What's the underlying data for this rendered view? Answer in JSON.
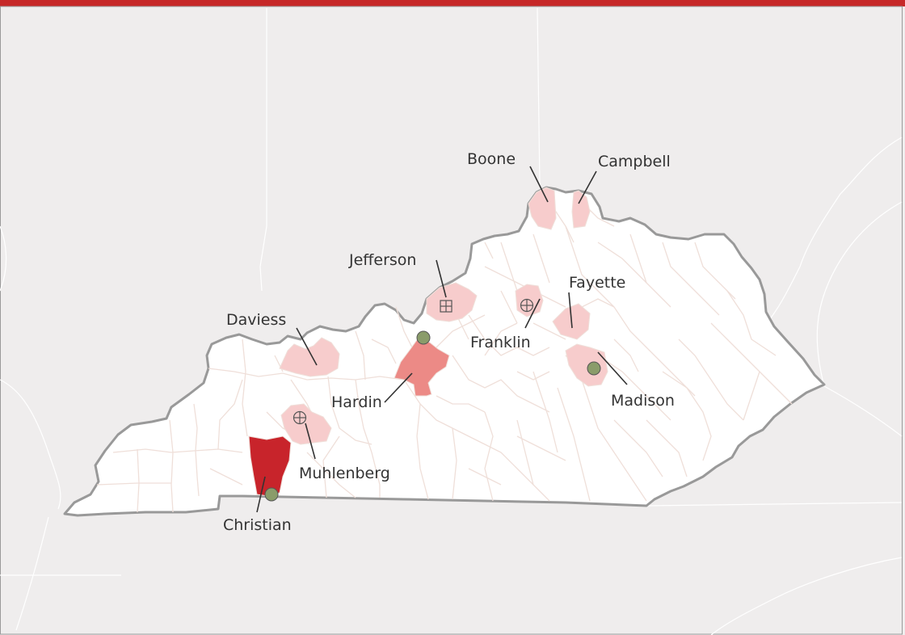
{
  "colors": {
    "accent_bar": "#c62828",
    "background": "#efeded",
    "state_fill": "#ffffff",
    "state_border": "#999999",
    "county_border": "#efdfd9",
    "state_lines": "#ffffff",
    "highlight_light": "#f7cccc",
    "highlight_medium": "#ec8a86",
    "highlight_dark": "#c8242b",
    "marker_circle": "#8a9c6a",
    "label_text": "#333333"
  },
  "counties": [
    {
      "name": "Boone",
      "shade": "light",
      "marker": null
    },
    {
      "name": "Campbell",
      "shade": "light",
      "marker": null
    },
    {
      "name": "Jefferson",
      "shade": "light",
      "marker": "grid-square"
    },
    {
      "name": "Fayette",
      "shade": "light",
      "marker": null
    },
    {
      "name": "Franklin",
      "shade": "light",
      "marker": "cross-circle"
    },
    {
      "name": "Daviess",
      "shade": "light",
      "marker": null
    },
    {
      "name": "Hardin",
      "shade": "medium",
      "marker": "filled-circle"
    },
    {
      "name": "Madison",
      "shade": "light",
      "marker": "filled-circle"
    },
    {
      "name": "Muhlenberg",
      "shade": "light",
      "marker": "cross-circle"
    },
    {
      "name": "Christian",
      "shade": "dark",
      "marker": "filled-circle"
    }
  ]
}
